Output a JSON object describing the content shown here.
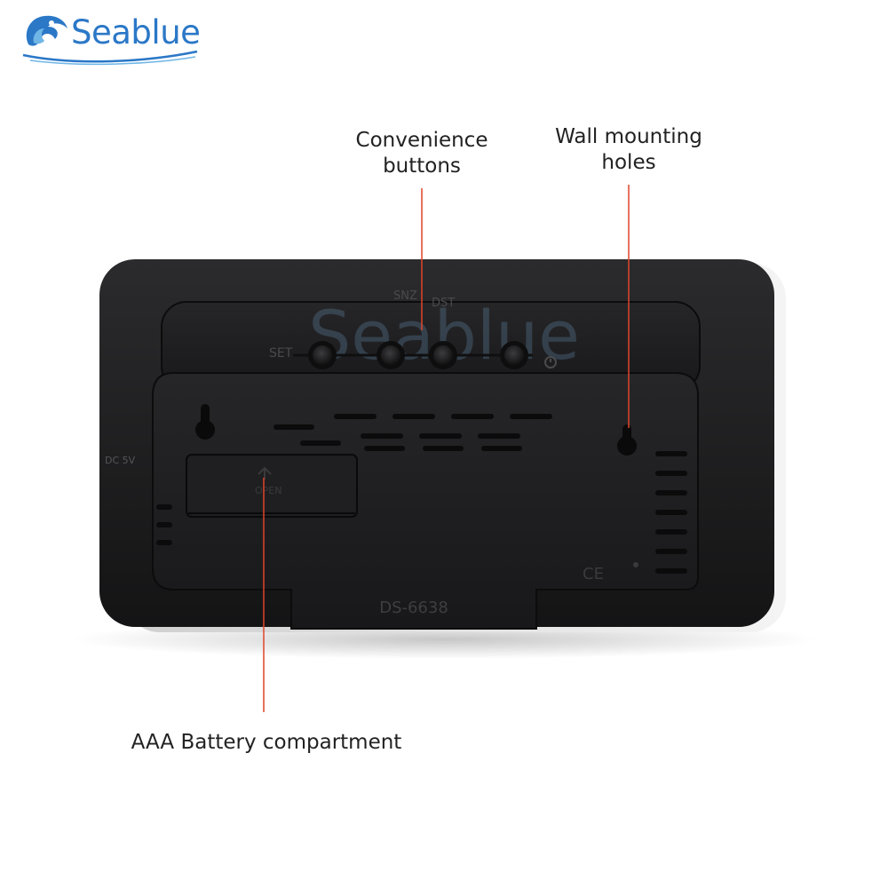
{
  "brand": {
    "name": "Seablue",
    "accent_color": "#2b78c7",
    "light_color": "#6fb6e6"
  },
  "callouts": {
    "buttons": {
      "line1": "Convenience",
      "line2": "buttons"
    },
    "holes": {
      "line1": "Wall mounting",
      "line2": "holes"
    },
    "battery": {
      "text": "AAA Battery compartment"
    },
    "leader_color": "#e0442b"
  },
  "device": {
    "button_labels": {
      "set": "SET",
      "mode": "DST",
      "snooze": "SNZ"
    },
    "battery_cover_label": "OPEN",
    "model_label": "DS-6638",
    "ce_mark": "CE",
    "side_label": "DC 5V"
  },
  "watermark": {
    "text": "Seablue"
  }
}
